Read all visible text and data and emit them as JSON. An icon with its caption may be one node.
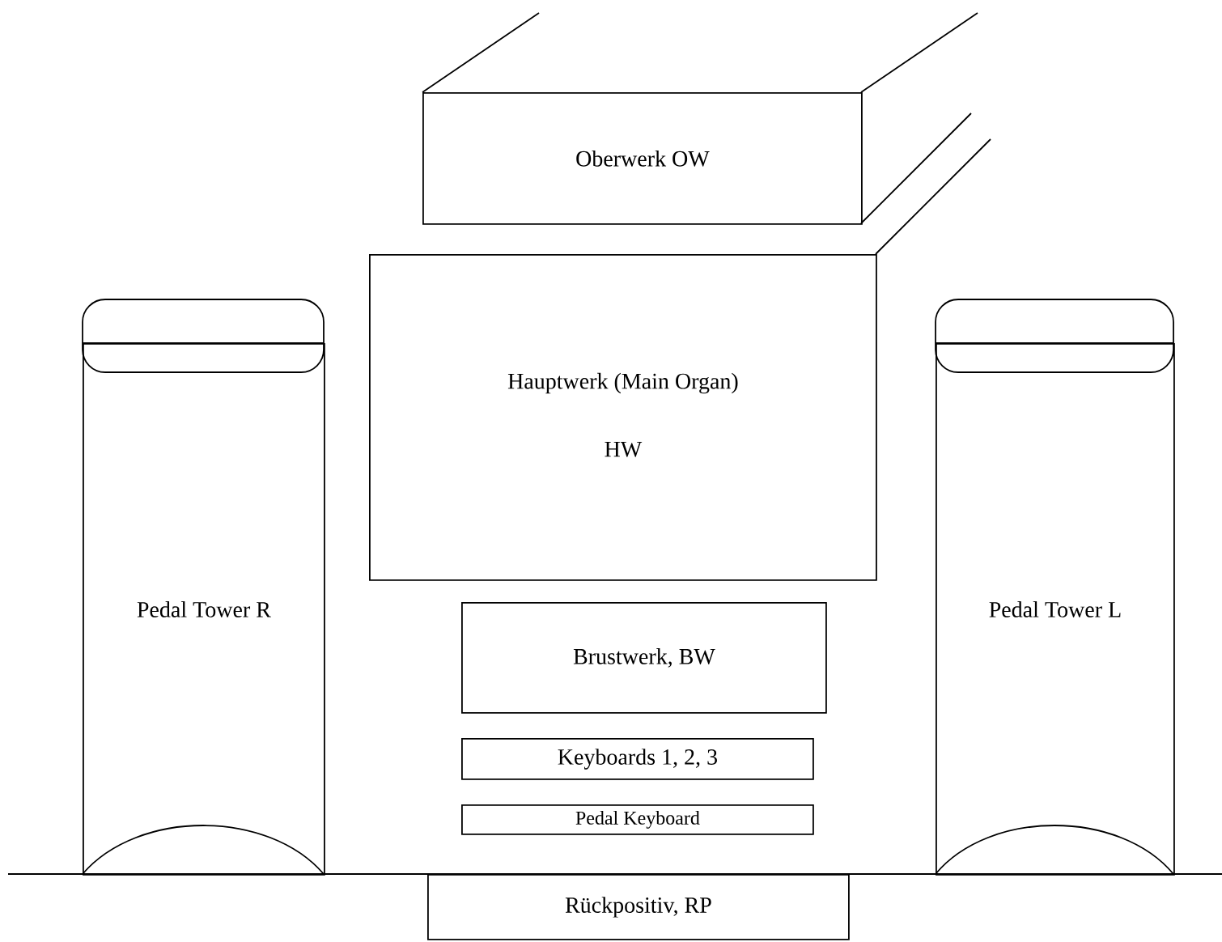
{
  "diagram": {
    "nodes": [
      {
        "text": [
          "Oberwerk   OW"
        ]
      },
      {
        "text": [
          "Hauptwerk (Main Organ)",
          "HW"
        ]
      },
      {
        "text": [
          "Pedal Tower R"
        ]
      },
      {
        "text": [
          "Pedal Tower L"
        ]
      },
      {
        "text": [
          "Brustwerk, BW"
        ]
      },
      {
        "text": [
          "Keyboards 1, 2, 3"
        ]
      },
      {
        "text": [
          "Pedal Keyboard"
        ]
      },
      {
        "text": [
          "Rückpositiv, RP"
        ]
      }
    ]
  }
}
